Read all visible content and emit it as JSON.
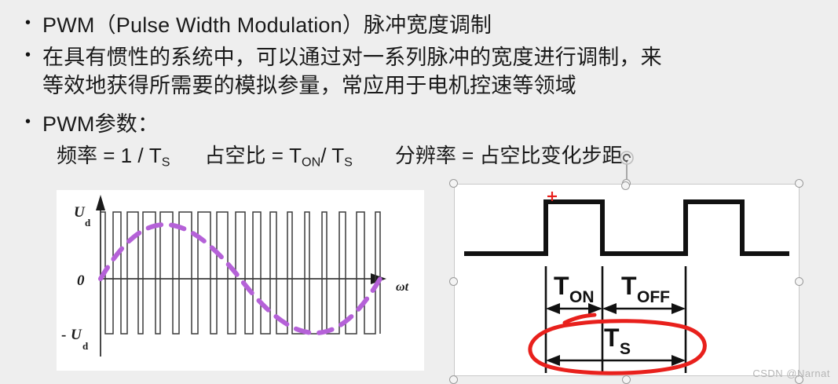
{
  "slide": {
    "background_color": "#eeeeee",
    "bullet_glyph": "•",
    "bullets": [
      {
        "id": "pwm-definition",
        "lines": [
          "PWM（Pulse Width Modulation）脉冲宽度调制"
        ]
      },
      {
        "id": "pwm-description",
        "lines": [
          "在具有惯性的系统中，可以通过对一系列脉冲的宽度进行调制，来",
          "等效地获得所需要的模拟参量，常应用于电机控速等领域"
        ]
      },
      {
        "id": "pwm-parameters",
        "lines": [
          "PWM参数："
        ]
      }
    ],
    "formulas": {
      "frequency": {
        "label": "频率",
        "eq": "=",
        "numerator": "1",
        "slash": "/",
        "denominator_base": "T",
        "denominator_sub": "S"
      },
      "duty_cycle": {
        "label": "占空比",
        "eq": "=",
        "numerator_base": "T",
        "numerator_sub": "ON",
        "slash": "/",
        "denominator_base": "T",
        "denominator_sub": "S"
      },
      "resolution": {
        "label": "分辨率",
        "eq": "=",
        "value": "占空比变化步距"
      }
    }
  },
  "left_figure": {
    "name": "spwm-waveform-figure",
    "axis_labels": {
      "top_base": "U",
      "top_sub": "d",
      "origin": "0",
      "bottom_prefix": "-",
      "bottom_base": "U",
      "bottom_sub": "d",
      "x_axis": "ωt"
    },
    "colors": {
      "pulse": "#333333",
      "sine": "#b561d8",
      "axis": "#1a1a1a"
    }
  },
  "right_figure": {
    "name": "pwm-period-figure",
    "labels": {
      "plus": "+",
      "t_on_base": "T",
      "t_on_sub": "ON",
      "t_off_base": "T",
      "t_off_sub": "OFF",
      "t_s_base": "T",
      "t_s_sub": "S"
    },
    "colors": {
      "wave": "#111111",
      "annotation": "#e8201c",
      "selection": "#9a9a9a"
    },
    "selected": true
  },
  "watermark": {
    "text": "CSDN @Narnat"
  }
}
